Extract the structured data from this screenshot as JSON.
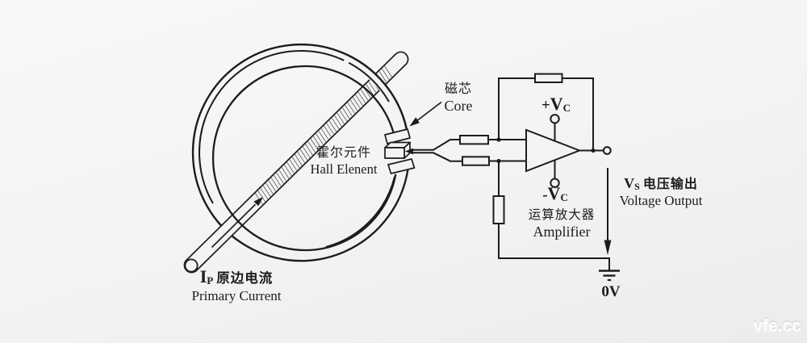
{
  "colors": {
    "ink": "#1c1c1c",
    "paper": "#f3f3f2"
  },
  "labels": {
    "core": {
      "zh": "磁芯",
      "en": "Core"
    },
    "hall": {
      "zh": "霍尔元件",
      "en": "Hall Elenent"
    },
    "primary": {
      "symbol": "I",
      "subscript": "P",
      "zh": "原边电流",
      "en": "Primary Current"
    },
    "supply_positive": {
      "sign": "+",
      "symbol": "V",
      "subscript": "C"
    },
    "supply_negative": {
      "sign": "-",
      "symbol": "V",
      "subscript": "C"
    },
    "amplifier": {
      "zh": "运算放大器",
      "en": "Amplifier"
    },
    "output": {
      "symbol": "V",
      "subscript": "S",
      "zh": "电压输出",
      "en": "Voltage Output"
    },
    "ground": "0V",
    "watermark": "vfe.cc"
  }
}
